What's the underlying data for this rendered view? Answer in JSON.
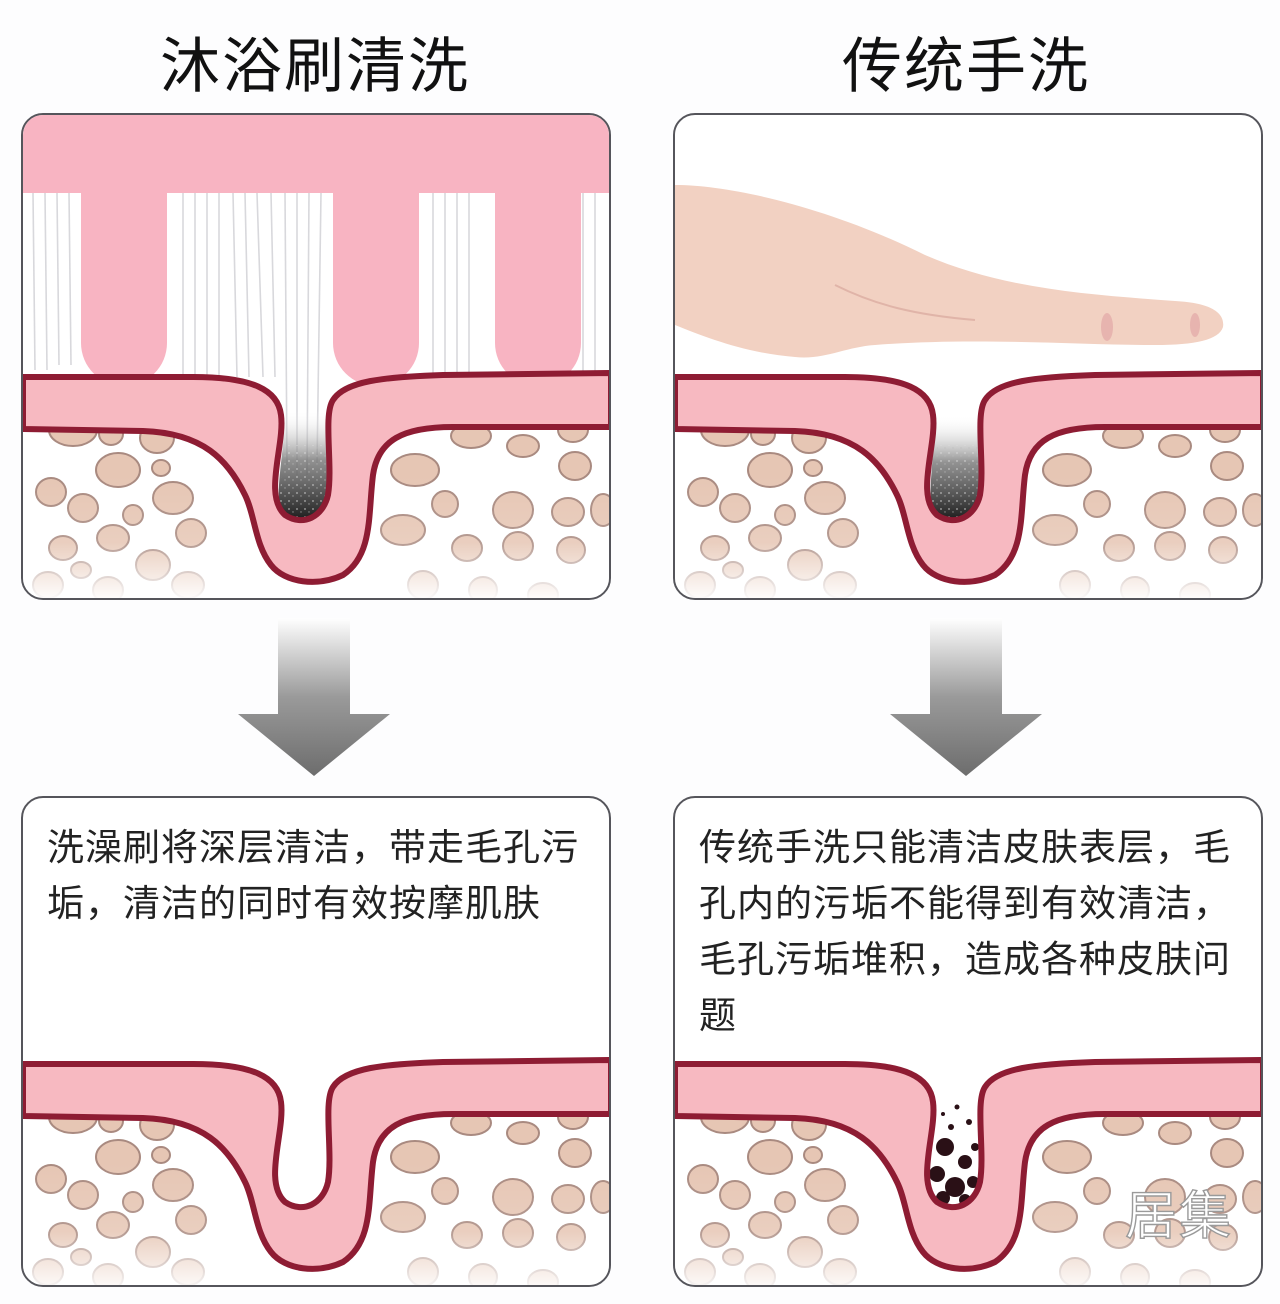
{
  "columns": [
    {
      "id": "brush",
      "title": "沐浴刷清洗",
      "illustration": "bath-brush-bristles-entering-pore",
      "description": "洗澡刷将深层清洁，带走毛孔污垢，清洁的同时有效按摩肌肤",
      "result_pore_state": "clean"
    },
    {
      "id": "hand",
      "title": "传统手洗",
      "illustration": "hand-washing-over-clogged-pore",
      "description": "传统手洗只能清洁皮肤表层，毛孔内的污垢不能得到有效清洁，毛孔污垢堆积，造成各种皮肤问题",
      "result_pore_state": "clogged"
    }
  ],
  "arrow_icon": "down-arrow-icon",
  "watermark": "居集",
  "colors": {
    "skin_fill": "#f7b9c1",
    "skin_outline": "#8e1c33",
    "brush_pink": "#f8b4c2",
    "fat_cell_fill": "#e6c6b4",
    "fat_cell_outline": "#a98a80",
    "panel_border": "#55555b",
    "arrow_gray": "#7a7a7a"
  }
}
